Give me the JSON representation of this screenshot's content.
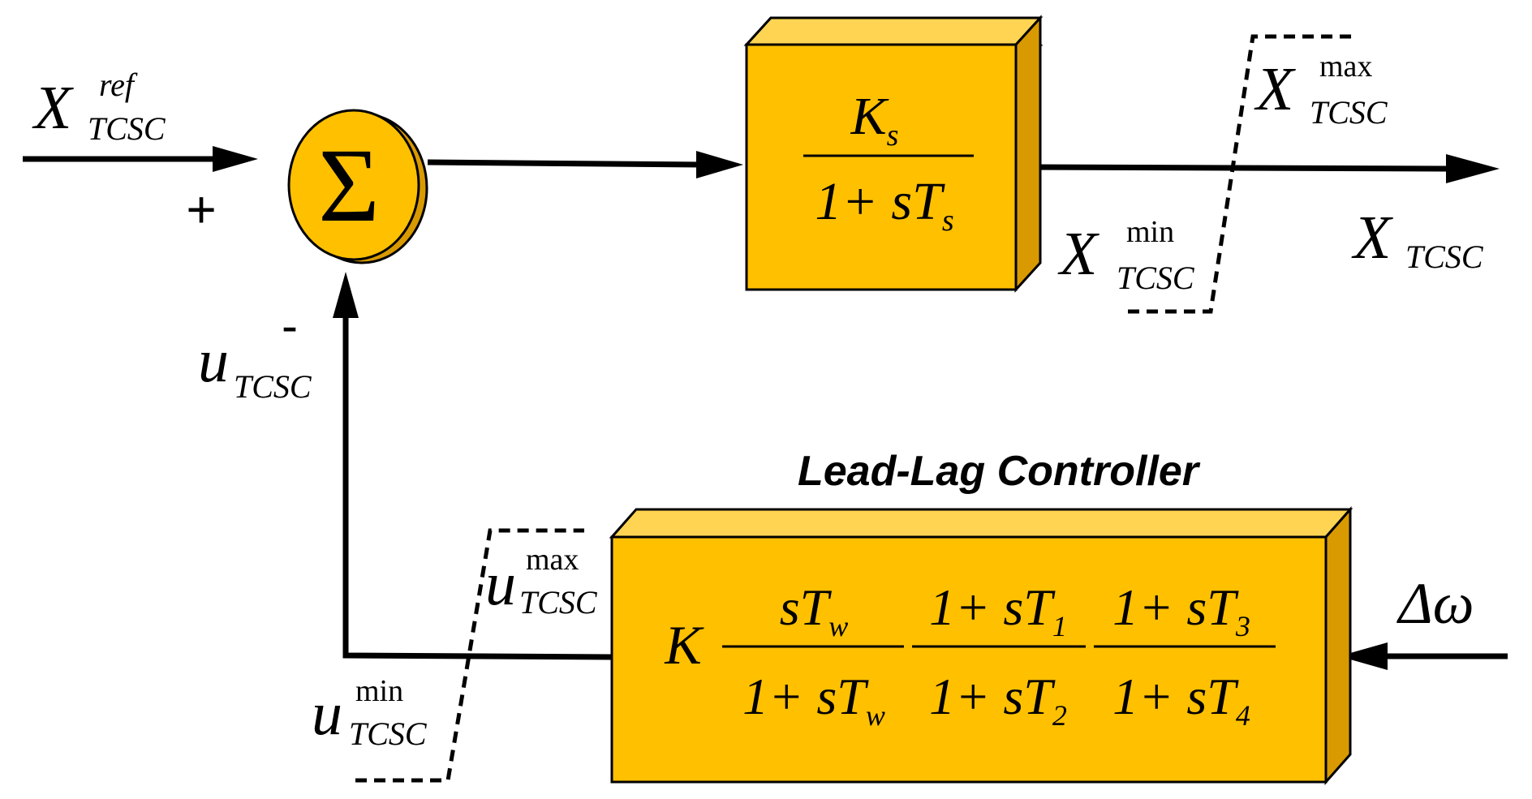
{
  "colors": {
    "block_fill": "#FFC000",
    "block_top": "#FFD452",
    "block_side": "#D89A00",
    "line": "#000000"
  },
  "inputs": {
    "x_ref": {
      "base": "X",
      "sup": "ref",
      "sub": "TCSC"
    },
    "plus_sign": "+",
    "minus_sign": "-",
    "delta_omega": "Δω"
  },
  "summer": {
    "symbol": "Σ"
  },
  "plant_block": {
    "numerator": "K",
    "numerator_sub": "s",
    "denominator": "1+ sT",
    "denominator_sub": "s"
  },
  "limits_top": {
    "max": {
      "base": "X",
      "sup": "max",
      "sub": "TCSC"
    },
    "min": {
      "base": "X",
      "sup": "min",
      "sub": "TCSC"
    }
  },
  "output": {
    "base": "X",
    "sub": "TCSC"
  },
  "feedback": {
    "base": "u",
    "sub": "TCSC"
  },
  "controller": {
    "title": "Lead-Lag Controller",
    "gain": "K",
    "terms": [
      {
        "num": "sT",
        "num_sub": "w",
        "den": "1+ sT",
        "den_sub": "w"
      },
      {
        "num": "1+ sT",
        "num_sub": "1",
        "den": "1+ sT",
        "den_sub": "2"
      },
      {
        "num": "1+ sT",
        "num_sub": "3",
        "den": "1+ sT",
        "den_sub": "4"
      }
    ]
  },
  "limits_bottom": {
    "max": {
      "base": "u",
      "sup": "max",
      "sub": "TCSC"
    },
    "min": {
      "base": "u",
      "sup": "min",
      "sub": "TCSC"
    }
  }
}
